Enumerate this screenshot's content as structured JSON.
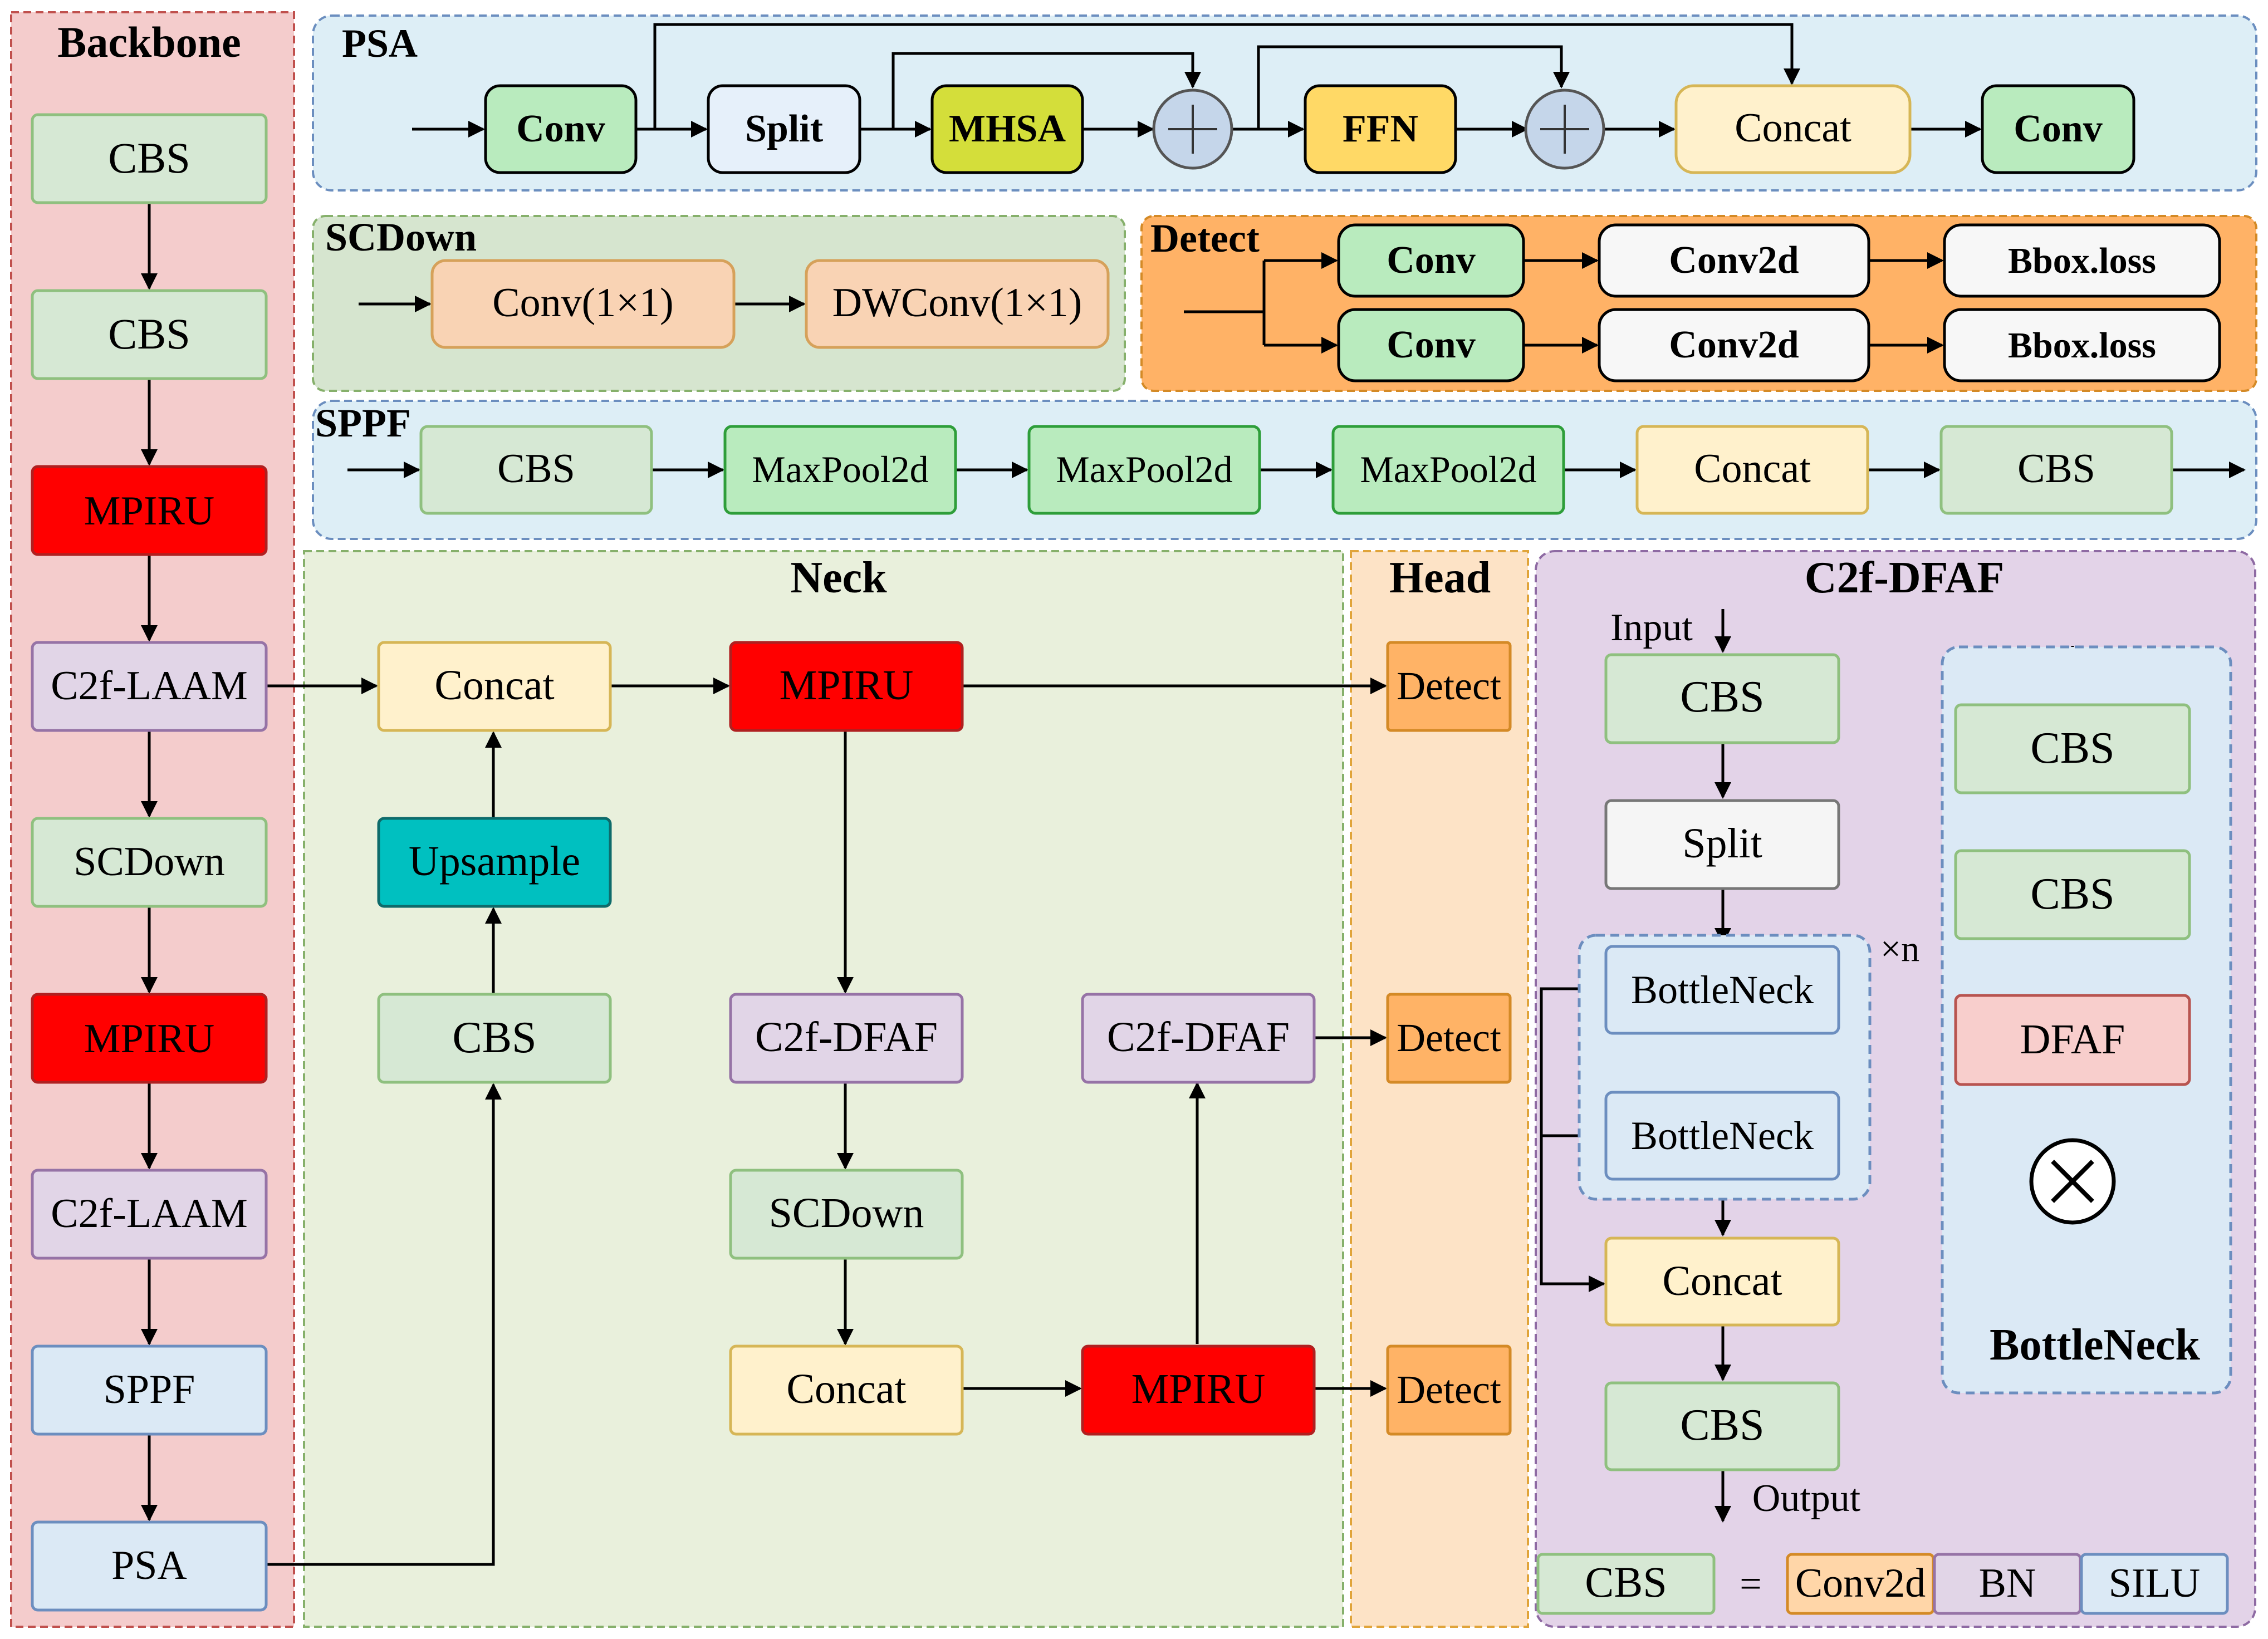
{
  "sections": {
    "backbone": "Backbone",
    "psa": "PSA",
    "scdown": "SCDown",
    "detect": "Detect",
    "sppf": "SPPF",
    "neck": "Neck",
    "head": "Head",
    "c2f_dfaf": "C2f-DFAF"
  },
  "backbone": [
    "CBS",
    "CBS",
    "MPIRU",
    "C2f-LAAM",
    "SCDown",
    "MPIRU",
    "C2f-LAAM",
    "SPPF",
    "PSA"
  ],
  "psa": {
    "conv1": "Conv",
    "split": "Split",
    "mhsa": "MHSA",
    "ffn": "FFN",
    "concat": "Concat",
    "conv2": "Conv"
  },
  "scdown": {
    "conv": "Conv(1×1)",
    "dwconv": "DWConv(1×1)"
  },
  "detect": {
    "conv1": "Conv",
    "conv2": "Conv",
    "conv2d_1": "Conv2d",
    "conv2d_2": "Conv2d",
    "bbox1": "Bbox.loss",
    "bbox2": "Bbox.loss"
  },
  "sppf": {
    "cbs1": "CBS",
    "maxpool1": "MaxPool2d",
    "maxpool2": "MaxPool2d",
    "maxpool3": "MaxPool2d",
    "concat": "Concat",
    "cbs2": "CBS"
  },
  "neck": {
    "concat1": "Concat",
    "mpiru1": "MPIRU",
    "upsample": "Upsample",
    "cbs": "CBS",
    "c2f_dfaf1": "C2f-DFAF",
    "c2f_dfaf2": "C2f-DFAF",
    "scdown": "SCDown",
    "concat2": "Concat",
    "mpiru2": "MPIRU"
  },
  "head": [
    "Detect",
    "Detect",
    "Detect"
  ],
  "c2f": {
    "input": "Input",
    "cbs1": "CBS",
    "split": "Split",
    "bottleneck1": "BottleNeck",
    "bottleneck2": "BottleNeck",
    "repeat": "×n",
    "concat": "Concat",
    "cbs2": "CBS",
    "output": "Output"
  },
  "bottleneck": {
    "cbs1": "CBS",
    "cbs2": "CBS",
    "dfaf": "DFAF",
    "title": "BottleNeck"
  },
  "legend": {
    "cbs": "CBS",
    "equals": "=",
    "conv2d": "Conv2d",
    "bn": "BN",
    "silu": "SILU"
  },
  "colors": {
    "backbone_bg": "#f4cccc",
    "psa_bg": "#ddeef6",
    "scdown_bg": "#d6e5cf",
    "detect_bg": "#ffb266",
    "neck_bg": "#e9f0dc",
    "head_bg": "#fde3c6",
    "c2f_bg": "#e3d3e8",
    "cbs_fill": "#d6e8d4",
    "mpiru_fill": "#ff0000",
    "laam_fill": "#e1d5e7",
    "blue_fill": "#dbe9f5",
    "concat_fill": "#fff1cc",
    "upsample_fill": "#00c0c0",
    "detect_fill": "#ffb366",
    "mhsa_fill": "#d4de3a",
    "ffn_fill": "#ffd966",
    "conv_green": "#b9ebbe",
    "peach_fill": "#f9d3b4"
  }
}
